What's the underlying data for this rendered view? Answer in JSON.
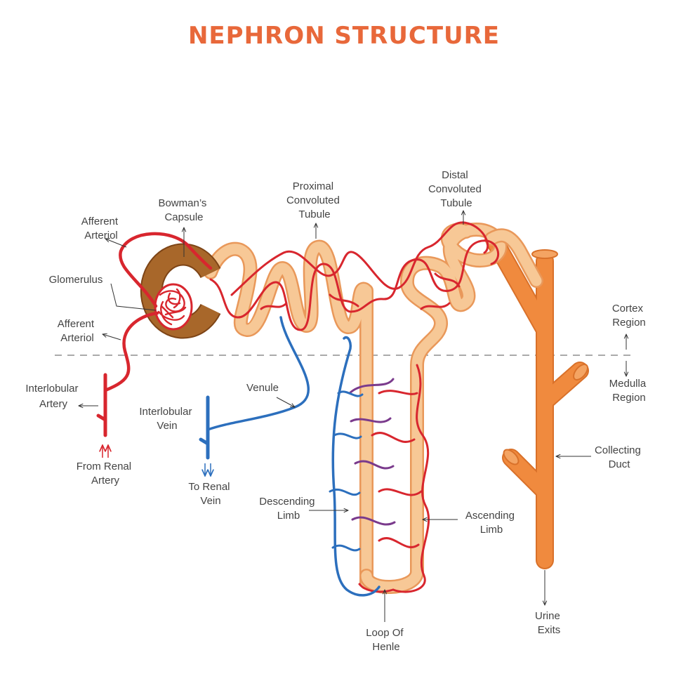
{
  "title": "NEPHRON STRUCTURE",
  "labels": {
    "afferent_arteriol_top": [
      "Afferent",
      "Arteriol"
    ],
    "bowmans_capsule": [
      "Bowman’s",
      "Capsule"
    ],
    "proximal_tubule": [
      "Proximal",
      "Convoluted",
      "Tubule"
    ],
    "distal_tubule": [
      "Distal",
      "Convoluted",
      "Tubule"
    ],
    "glomerulus": [
      "Glomerulus"
    ],
    "afferent_arteriol_bottom": [
      "Afferent",
      "Arteriol"
    ],
    "cortex_region": [
      "Cortex",
      "Region"
    ],
    "medulla_region": [
      "Medulla",
      "Region"
    ],
    "interlobular_artery": [
      "Interlobular",
      "Artery"
    ],
    "venule": [
      "Venule"
    ],
    "interlobular_vein": [
      "Interlobular",
      "Vein"
    ],
    "from_renal_artery": [
      "From Renal",
      "Artery"
    ],
    "collecting_duct": [
      "Collecting",
      "Duct"
    ],
    "to_renal_vein": [
      "To Renal",
      "Vein"
    ],
    "descending_limb": [
      "Descending",
      "Limb"
    ],
    "ascending_limb": [
      "Ascending",
      "Limb"
    ],
    "urine_exits": [
      "Urine",
      "Exits"
    ],
    "loop_of_henle": [
      "Loop Of",
      "Henle"
    ]
  },
  "colors": {
    "title": "#e8683a",
    "artery": "#d8262e",
    "vein": "#2c6fbd",
    "tubule": "#f7c896",
    "tubule_outline": "#e9985a",
    "capsule": "#a8672a",
    "collecting_duct": "#f08a3e"
  }
}
